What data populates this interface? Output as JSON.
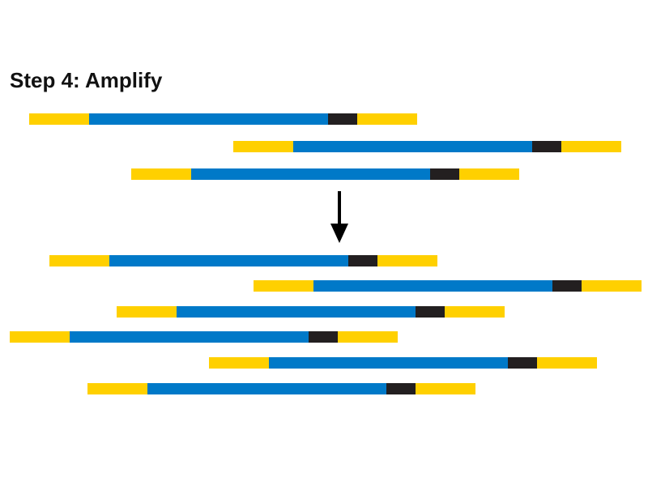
{
  "title": "Step 4: Amplify",
  "colors": {
    "adapter": "#FFD000",
    "insert": "#0079C8",
    "index": "#231F20",
    "arrow": "#000000",
    "background": "#FFFFFF"
  },
  "fragment_model": {
    "segments": [
      "adapter",
      "insert",
      "index",
      "adapter"
    ]
  },
  "groups": [
    {
      "name": "before-amplification",
      "fragment_count": 3
    },
    {
      "name": "after-amplification",
      "fragment_count": 6
    }
  ]
}
